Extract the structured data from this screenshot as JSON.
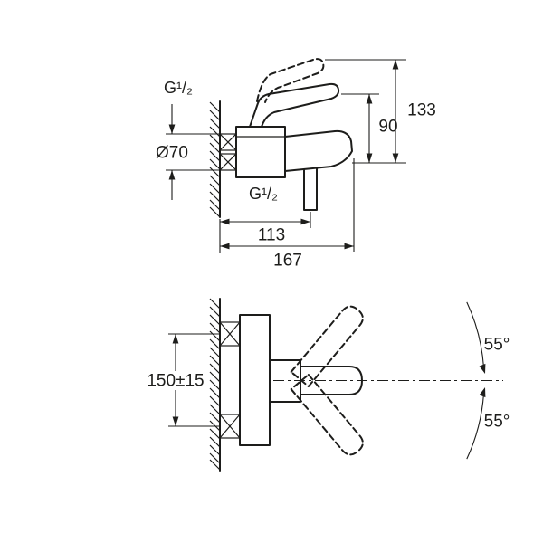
{
  "drawing": {
    "background": "#ffffff",
    "ink": "#1d1d1b",
    "type": "bath-mixer-installation-dimensions",
    "front_view": {
      "labels": {
        "thread_top": "G¹/₂",
        "escutcheon_diameter": "Ø70",
        "spout_height": "90",
        "total_height": "133",
        "thread_bottom": "G¹/₂",
        "outlet_depth": "113",
        "total_depth": "167"
      }
    },
    "plan_view": {
      "labels": {
        "center_distance": "150±15",
        "lever_swing_up": "55°",
        "lever_swing_down": "55°"
      }
    }
  }
}
